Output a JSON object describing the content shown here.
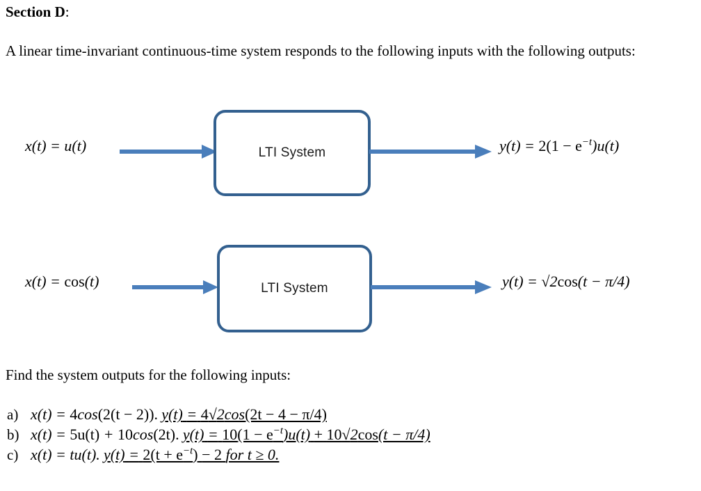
{
  "document": {
    "section_label": "Section D",
    "section_colon": ":",
    "intro_text": "A linear time-invariant continuous-time system responds to the following inputs with the following outputs:",
    "find_text": "Find the system outputs for the following inputs:"
  },
  "colors": {
    "arrow_blue": "#4a7ebb",
    "box_border_blue": "#33608f",
    "text_black": "#000000",
    "box_label_color": "#1a1a1a",
    "page_background": "#ffffff"
  },
  "diagram": {
    "blocks": [
      {
        "id": "block-1",
        "box_label": "LTI System",
        "input_equation": "x(t) = u(t)",
        "input_parts": {
          "lhs_var": "x",
          "lhs": "x(t)",
          "equals": "=",
          "rhs": "u(t)"
        },
        "output_equation": "y(t) = 2(1 − e⁻t)u(t)",
        "output_parts": {
          "lhs": "y(t)",
          "equals": "=",
          "coefficient": "2",
          "expression": "(1 − e",
          "exponent": "−t",
          "tail": ")u(t)"
        },
        "in_arrow_name": "input-arrow-1",
        "out_arrow_name": "output-arrow-1"
      },
      {
        "id": "block-2",
        "box_label": "LTI System",
        "input_equation": "x(t) = cos(t)",
        "input_parts": {
          "lhs": "x(t)",
          "equals": "=",
          "function": "cos",
          "argument": "(t)"
        },
        "output_equation": "y(t) = √2cos(t − π/4)",
        "output_parts": {
          "lhs": "y(t)",
          "equals": "=",
          "radical": "√",
          "radicand": "2",
          "function": "cos",
          "argument": "(t − π/4)"
        },
        "in_arrow_name": "input-arrow-2",
        "out_arrow_name": "output-arrow-2"
      }
    ]
  },
  "answers": [
    {
      "marker": "a)",
      "input": "x(t) = 4cos(2(t − 2)).",
      "input_parts": {
        "lhs": "x(t)",
        "equals": "=",
        "coefficient": "4",
        "function": "cos",
        "argument": "(2(t − 2)).",
        "display": "x(t) = 4cos(2(t − 2))."
      },
      "output": "y(t) = 4√2cos(2t − 4 − π/4)",
      "output_parts": {
        "lhs": "y(t)",
        "equals": "=",
        "coefficient": "4",
        "radical": "√",
        "radicand": "2",
        "function": "cos",
        "argument": "(2t − 4 − π/4)"
      },
      "underlined": true
    },
    {
      "marker": "b)",
      "input": "x(t) = 5u(t) + 10cos(2t).",
      "input_parts": {
        "lhs": "x(t)",
        "equals": "=",
        "term1": "5u(t)",
        "plus": "+",
        "coefficient": "10",
        "function": "cos",
        "argument": "(2t)."
      },
      "output": "y(t) = 10(1 − e⁻t)u(t) + 10√2cos(t − π/4)",
      "output_parts": {
        "lhs": "y(t)",
        "equals": "=",
        "coefficient": "10",
        "expression": "(1 − e",
        "exponent": "−t",
        "tail": ")u(t)",
        "plus": "+",
        "coefficient2": "10",
        "radical": "√",
        "radicand": "2",
        "function": "cos",
        "argument": "(t − π/4)"
      },
      "underlined": true
    },
    {
      "marker": "c)",
      "input": "x(t) = tu(t).",
      "input_parts": {
        "lhs": "x(t)",
        "equals": "=",
        "rhs": "tu(t)."
      },
      "output": "y(t) = 2(t + e⁻t) − 2  for t ≥ 0.",
      "output_parts": {
        "lhs": "y(t)",
        "equals": "=",
        "coefficient": "2",
        "expression": "(t + e",
        "exponent": "−t",
        "tail": ")",
        "minus_two": "− 2",
        "condition": "for t ≥ 0."
      },
      "underlined": true
    }
  ]
}
